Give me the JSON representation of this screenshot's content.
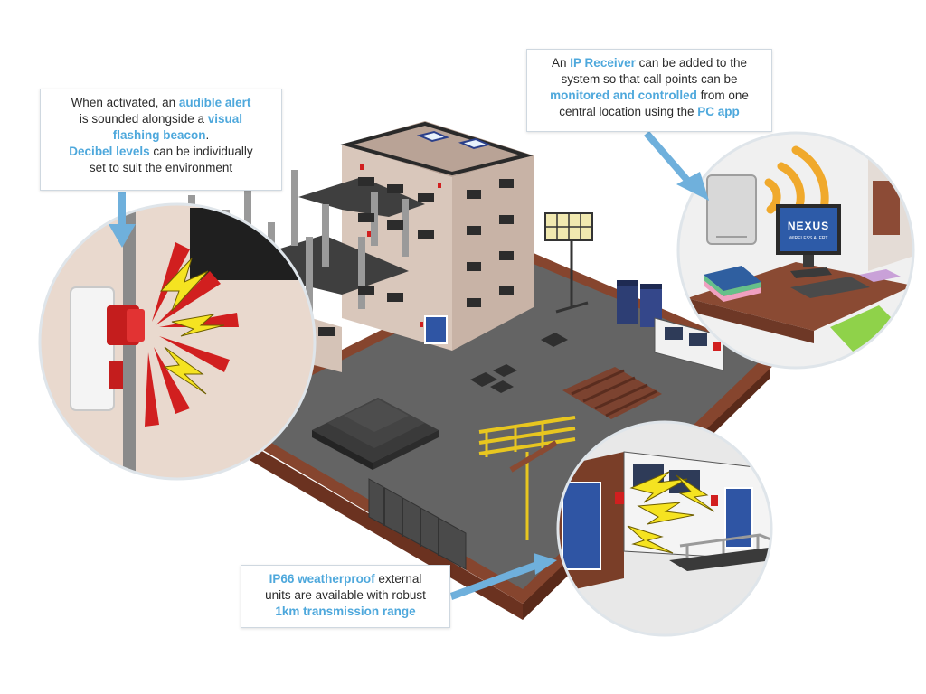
{
  "callouts": {
    "alert": {
      "t1": "When activated, an ",
      "h1": "audible alert",
      "t2": "is sounded alongside a ",
      "h2": "visual",
      "h3": "flashing beacon",
      "t3": ".",
      "h4": "Decibel levels",
      "t4": " can be individually",
      "t5": "set to suit the environment"
    },
    "receiver": {
      "t1": "An ",
      "h1": "IP Receiver",
      "t2": " can be added to the",
      "t3": "system so that call points can be",
      "h2": "monitored and controlled",
      "t4": " from one",
      "t5": "central location using the ",
      "h3": "PC app"
    },
    "weather": {
      "h1": "IP66 weatherproof",
      "t1": " external",
      "t2": "units are available with robust",
      "h2": "1km transmission range"
    }
  },
  "monitor": {
    "brand": "NEXUS",
    "tagline": "WIRELESS ALERT"
  },
  "colors": {
    "highlight": "#4ea8dc",
    "arrow": "#6fb0dc",
    "building": "#d9c7bb",
    "wall": "#7a3e28",
    "ground": "#5f5f5f",
    "alarm_red": "#d11f1f",
    "lightning_yellow": "#f5e321",
    "door_blue": "#2f55a4",
    "wifi_orange": "#f0a92c"
  }
}
